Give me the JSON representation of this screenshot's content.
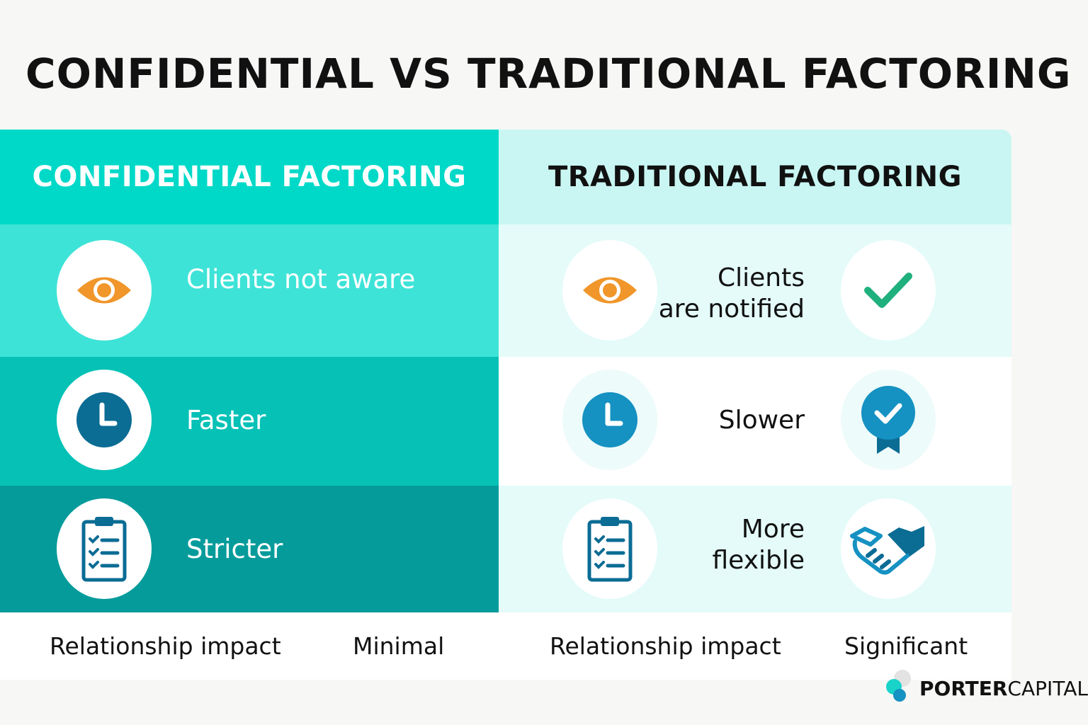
{
  "title": "CONFIDENTIAL VS TRADITIONAL FACTORING",
  "columns": {
    "left": {
      "header": "CONFIDENTIAL FACTORING",
      "rows": [
        {
          "icon": "eye-icon",
          "text": "Clients not aware"
        },
        {
          "icon": "clock-icon",
          "text": "Faster"
        },
        {
          "icon": "clipboard-checklist-icon",
          "text": "Stricter"
        }
      ],
      "bottom_label": "Relationship impact",
      "bottom_value": "Minimal"
    },
    "right": {
      "header": "TRADITIONAL FACTORING",
      "rows": [
        {
          "icon": "eye-icon",
          "text_line1": "Clients",
          "text_line2": "are notified",
          "badge": "checkmark-icon"
        },
        {
          "icon": "clock-icon",
          "text_line1": "Slower",
          "badge": "award-badge-icon"
        },
        {
          "icon": "clipboard-checklist-icon",
          "text_line1": "More",
          "text_line2": "flexible",
          "badge": "handshake-icon"
        }
      ],
      "bottom_label": "Relationship impact",
      "bottom_value": "Significant"
    }
  },
  "logo": {
    "bold": "PORTER",
    "regular": "CAPITAL"
  },
  "colors": {
    "accent_teal": "#00d9c8",
    "eye_orange": "#f0962a",
    "clock_blue": "#0b6c94",
    "check_green": "#1fb07e",
    "icon_blue": "#1591c2"
  }
}
